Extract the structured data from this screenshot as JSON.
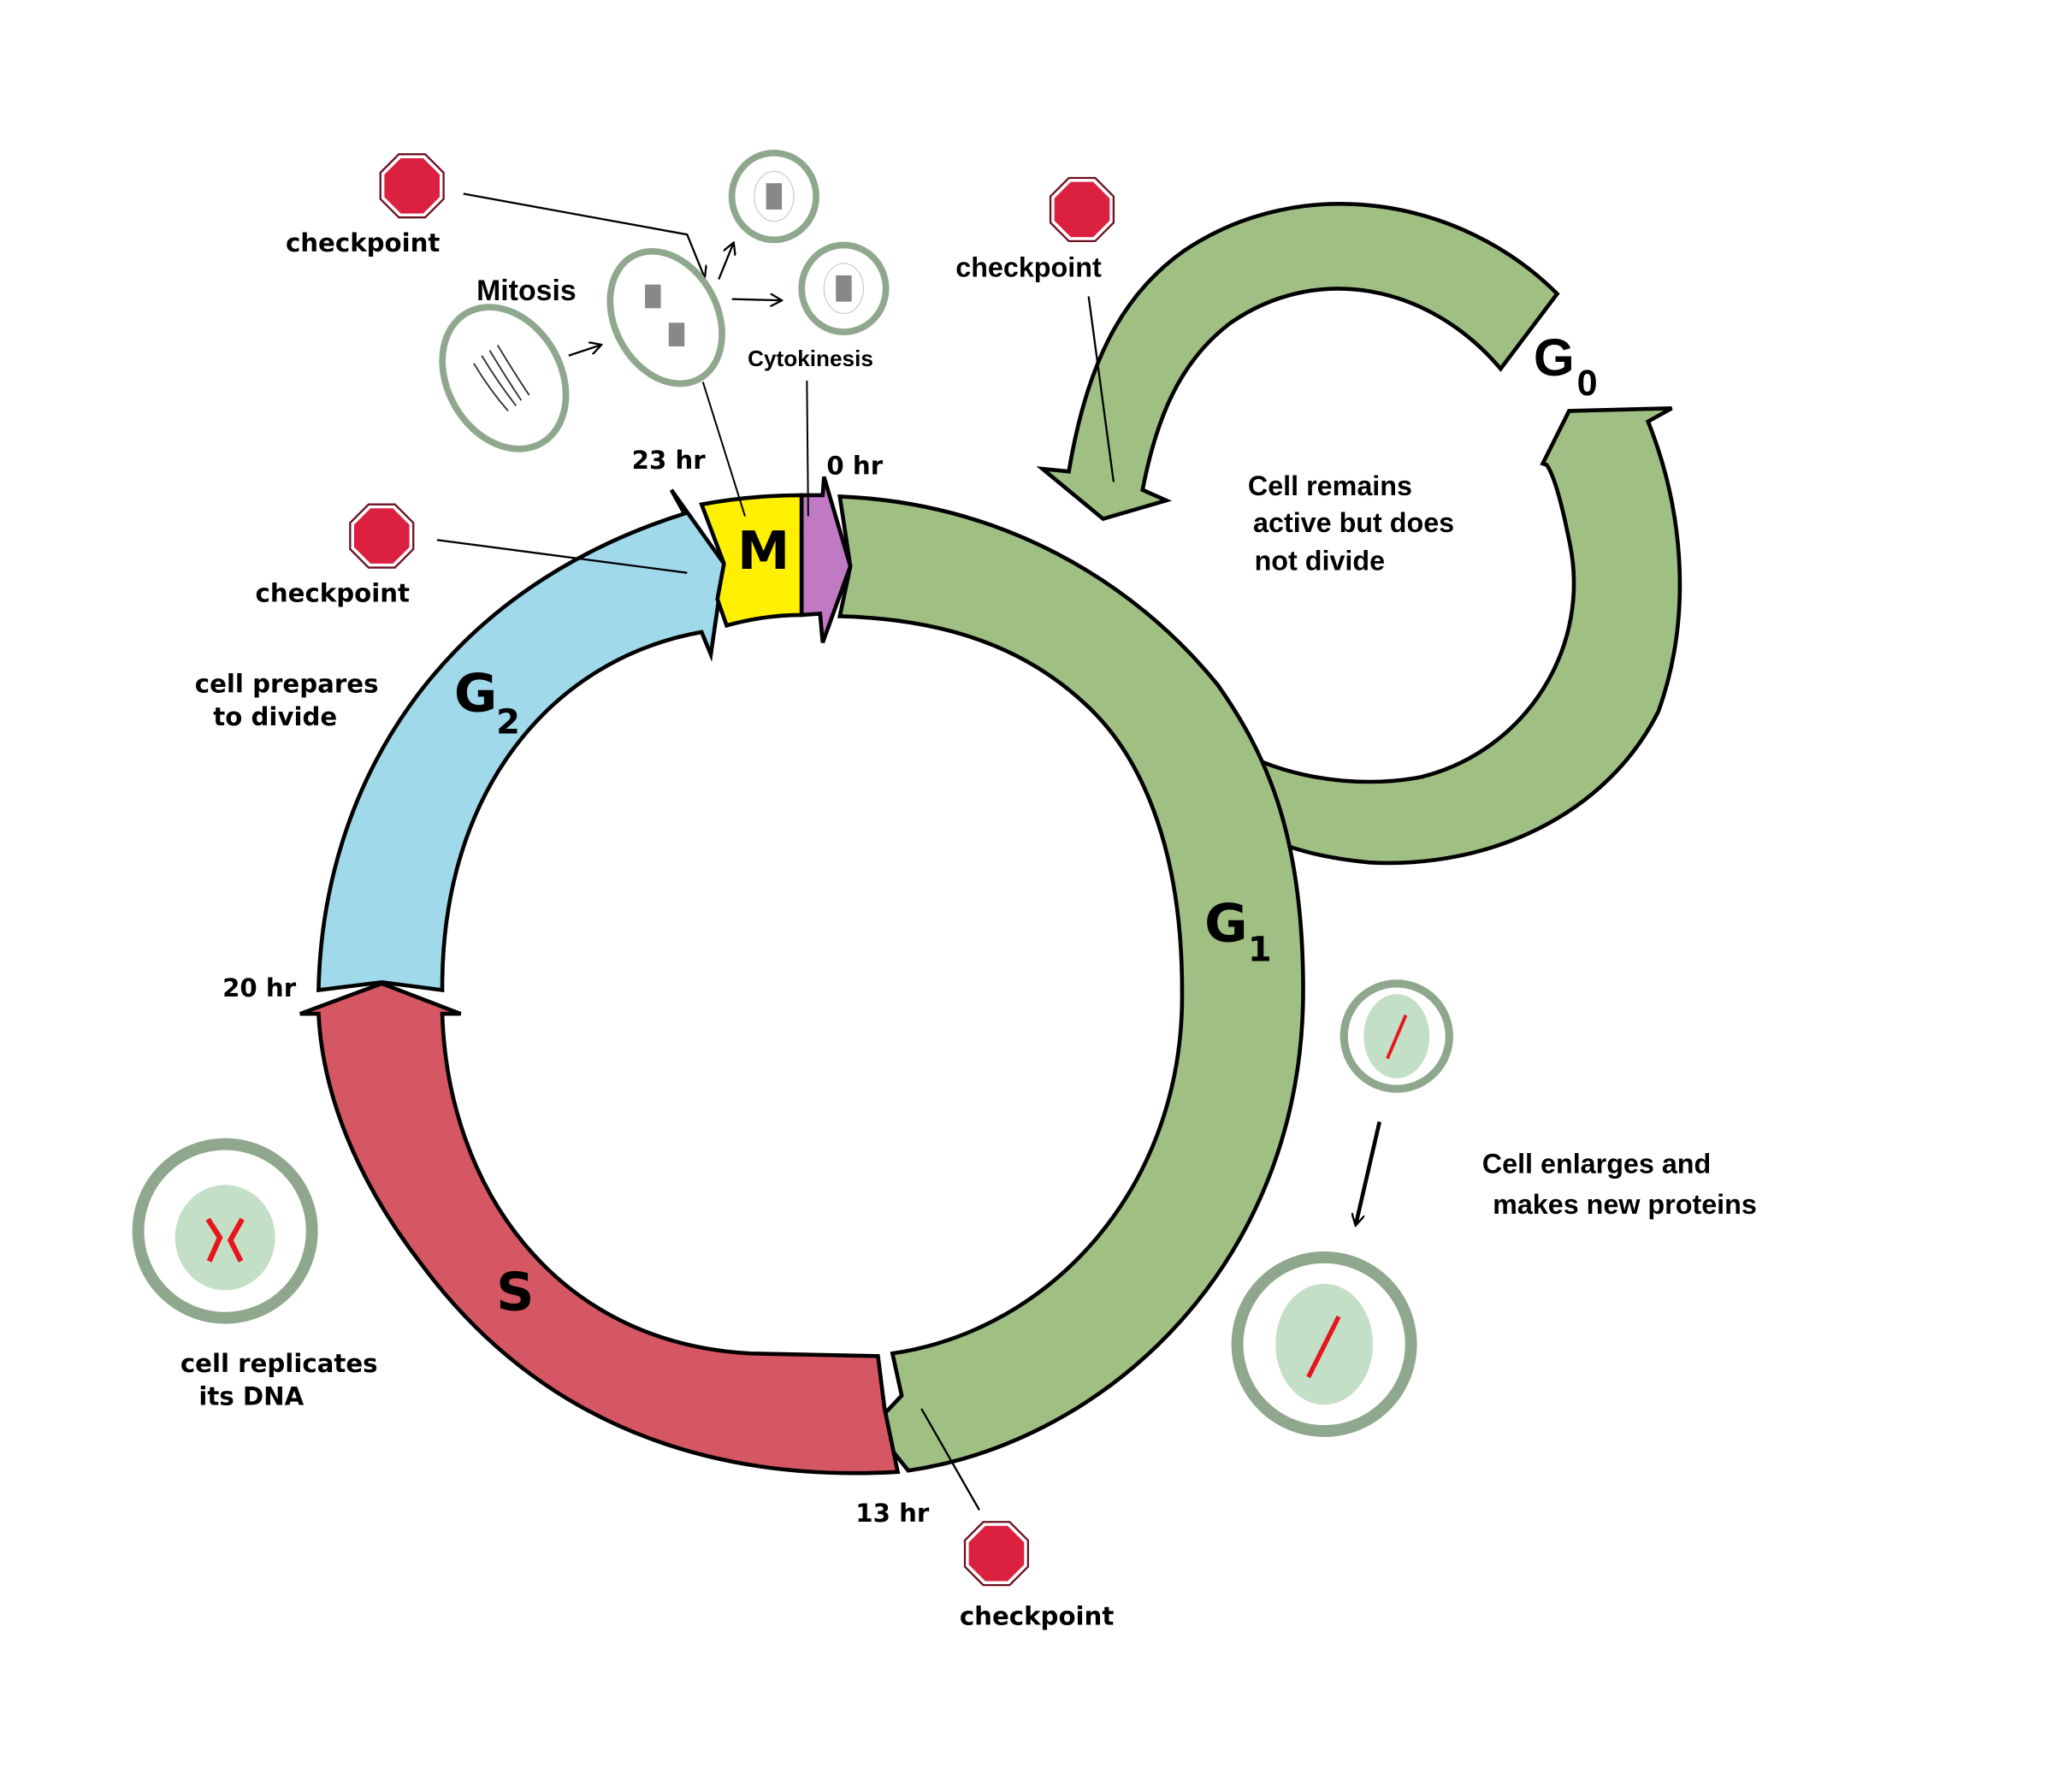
{
  "phases": {
    "m": {
      "label": "M",
      "color": "#ffef00"
    },
    "cytokinesis": {
      "color": "#c07ac4"
    },
    "g1": {
      "label": "G",
      "sub": "1",
      "color": "#a0c083"
    },
    "s": {
      "label": "S",
      "color": "#d45763"
    },
    "g2": {
      "label": "G",
      "sub": "2",
      "color": "#9fd9ea"
    },
    "g0": {
      "label": "G",
      "sub": "0",
      "color": "#a0c083"
    }
  },
  "times": {
    "t0": "0 hr",
    "t13": "13 hr",
    "t20": "20 hr",
    "t23": "23 hr"
  },
  "labels": {
    "mitosis": "Mitosis",
    "cytokinesis": "Cytokinesis",
    "g0_desc": [
      "Cell remains",
      "active but does",
      "not divide"
    ],
    "g1_desc": [
      "Cell enlarges and",
      "makes new proteins"
    ],
    "s_desc": [
      "cell replicates",
      "its DNA"
    ],
    "g2_desc": [
      "cell prepares",
      "to divide"
    ]
  },
  "checkpoints": [
    {
      "label": "checkpoint"
    },
    {
      "label": "checkpoint"
    },
    {
      "label": "checkpoint"
    },
    {
      "label": "checkpoint"
    }
  ],
  "colors": {
    "stop_sign": "#dc2040",
    "cell_wall": "#8fa88d",
    "nucleus": "#c3dfc6",
    "chromosome": "#e8141e"
  }
}
